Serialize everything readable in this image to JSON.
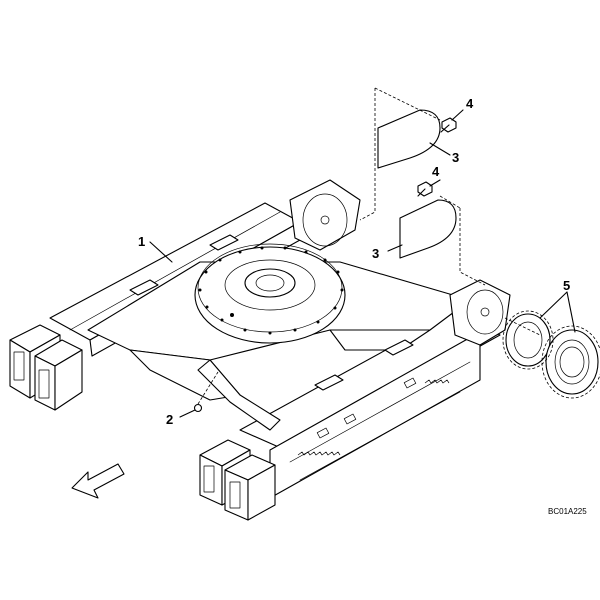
{
  "callouts": [
    {
      "id": "1",
      "label": "1",
      "part": "undercarriage-frame"
    },
    {
      "id": "2",
      "label": "2",
      "part": "plug"
    },
    {
      "id": "3a",
      "label": "3",
      "part": "cover-plate-upper"
    },
    {
      "id": "3b",
      "label": "3",
      "part": "cover-plate-lower"
    },
    {
      "id": "4a",
      "label": "4",
      "part": "bolt-upper"
    },
    {
      "id": "4b",
      "label": "4",
      "part": "bolt-lower"
    },
    {
      "id": "5",
      "label": "5",
      "part": "sprocket"
    }
  ],
  "drawing_id": "BC01A225",
  "direction_icon": "front-arrow-icon"
}
